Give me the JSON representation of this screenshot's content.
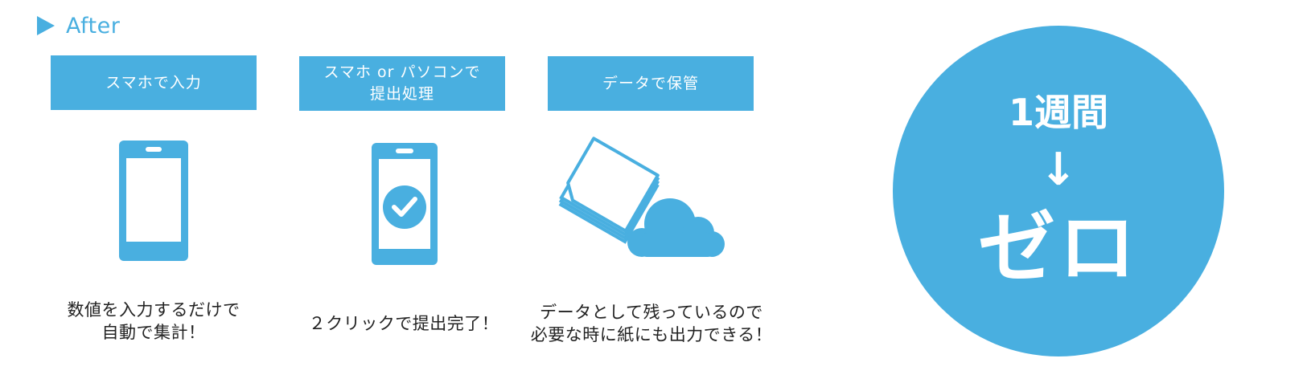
{
  "heading": {
    "icon": "play-triangle-icon",
    "label": "After"
  },
  "colors": {
    "accent": "#49afe0",
    "text": "#222222",
    "background": "#ffffff"
  },
  "steps": [
    {
      "title": "スマホで入力",
      "icon": "smartphone-icon",
      "caption": "数値を入力するだけで\n自動で集計！"
    },
    {
      "title": "スマホ or パソコンで\n提出処理",
      "icon": "smartphone-check-icon",
      "caption": "２クリックで提出完了！"
    },
    {
      "title": "データで保管",
      "icon": "paper-stack-to-cloud-icon",
      "caption": "データとして残っているので\n必要な時に紙にも出力できる！"
    }
  ],
  "result": {
    "before": "1週間",
    "arrow": "↓",
    "after": "ゼロ"
  }
}
